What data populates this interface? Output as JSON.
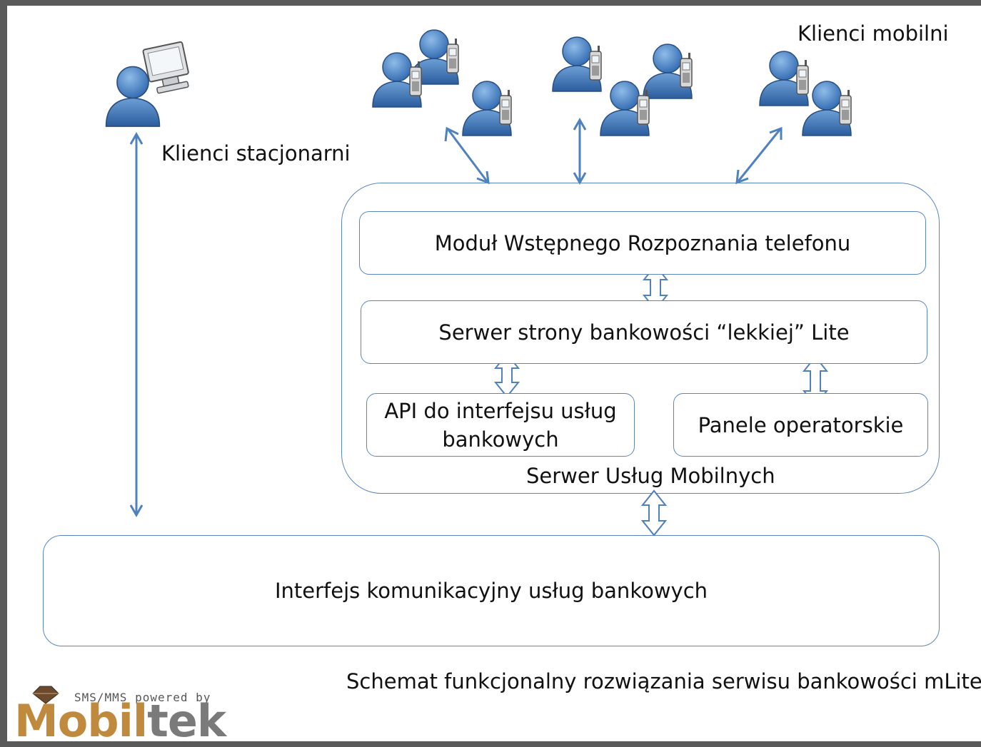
{
  "labels": {
    "mobile_clients": "Klienci mobilni",
    "desktop_clients": "Klienci stacjonarni",
    "mobile_server": "Serwer Usług Mobilnych",
    "caption": "Schemat funkcjonalny rozwiązania serwisu bankowości mLite"
  },
  "boxes": {
    "module_recognition": "Moduł Wstępnego Rozpoznania telefonu",
    "lite_server": "Serwer strony bankowości “lekkiej” Lite",
    "api_line1": "API do interfejsu usług",
    "api_line2": "bankowych",
    "operator_panels": "Panele operatorskie",
    "bank_interface": "Interfejs komunikacyjny usług bankowych"
  },
  "logo": {
    "tagline": "SMS/MMS powered by",
    "brand_a": "Mobil",
    "brand_b": "tek"
  },
  "colors": {
    "accent": "#4f81bd",
    "box_border": "#5b86bd",
    "person": "#3d74b8",
    "logo_gold": "#c08a3e"
  },
  "icons": [
    "desktop-user-icon",
    "mobile-users-icon"
  ]
}
